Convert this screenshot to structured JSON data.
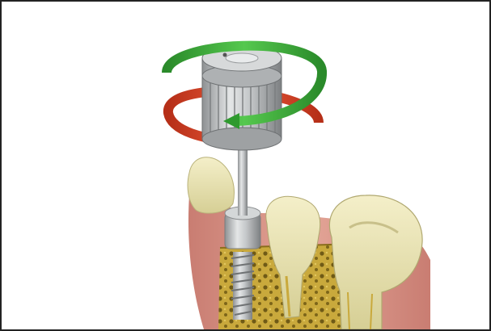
{
  "scene": {
    "subject": "dental-implant-torque-driver",
    "colors": {
      "background": "#ffffff",
      "frame": "#222222",
      "tightening_arrow": "#2e9a2e",
      "loosening_arrow": "#d23a1f",
      "gum": "#d9958a",
      "tooth": "#e8e2b4",
      "bone": "#c9a93c",
      "metal": "#b9bcbe"
    },
    "icons": [
      "rotation-clockwise-arrow",
      "rotation-counterclockwise-arrow"
    ]
  }
}
